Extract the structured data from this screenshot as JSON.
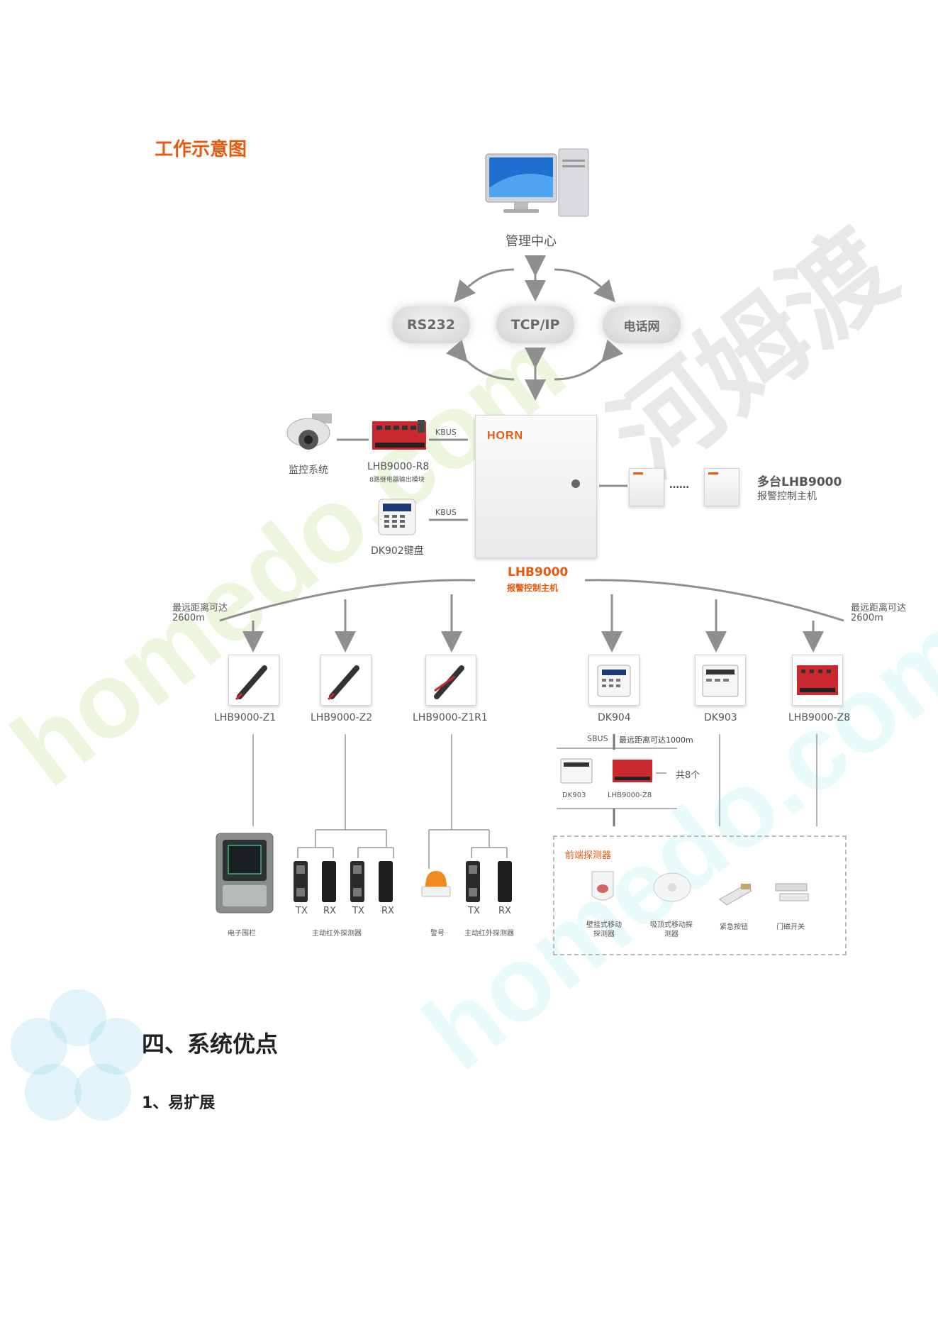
{
  "diagram": {
    "title": "工作示意图",
    "management_center": "管理中心",
    "networks": [
      "RS232",
      "TCP/IP",
      "电话网"
    ],
    "panel_brand": "HORN",
    "panel_name": "LHB9000",
    "panel_subtitle": "报警控制主机",
    "left_devices": {
      "monitor": "监控系统",
      "relay_module": "LHB9000-R8",
      "relay_module_desc": "8路继电器输出模块",
      "kbus_1": "KBUS",
      "kbus_2": "KBUS",
      "keypad": "DK902键盘"
    },
    "right_devices": {
      "dots": "……",
      "multi_title": "多台LHB9000",
      "multi_subtitle": "报警控制主机"
    },
    "distance_left": [
      "最远距离可达",
      "2600m"
    ],
    "distance_right": [
      "最远距离可达",
      "2600m"
    ],
    "modules": [
      "LHB9000-Z1",
      "LHB9000-Z2",
      "LHB9000-Z1R1",
      "DK904",
      "DK903",
      "LHB9000-Z8"
    ],
    "sbus": {
      "label": "SBUS",
      "distance": "最远距离可达1000m",
      "dev1": "DK903",
      "dev2": "LHB9000-Z8",
      "total": "共8个"
    },
    "bottom_left": {
      "fence": "电子围栏",
      "tx1": "TX",
      "rx1": "RX",
      "tx2": "TX",
      "rx2": "RX",
      "ir_label_1": "主动红外探测器",
      "alarm": "警号",
      "tx3": "TX",
      "rx3": "RX",
      "ir_label_2": "主动红外探测器"
    },
    "detectors": {
      "title": "前端探测器",
      "items": [
        "壁挂式移动探测器",
        "吸顶式移动探测器",
        "紧急按钮",
        "门磁开关"
      ]
    }
  },
  "section": {
    "heading": "四、系统优点",
    "subheading": "1、易扩展"
  },
  "watermark": {
    "text_1": "homedo.com",
    "text_2": "河姆渡",
    "text_3": "homedo.com"
  },
  "colors": {
    "accent": "#e8590c",
    "line": "#8f8f8f",
    "red_board": "#c8282e"
  }
}
